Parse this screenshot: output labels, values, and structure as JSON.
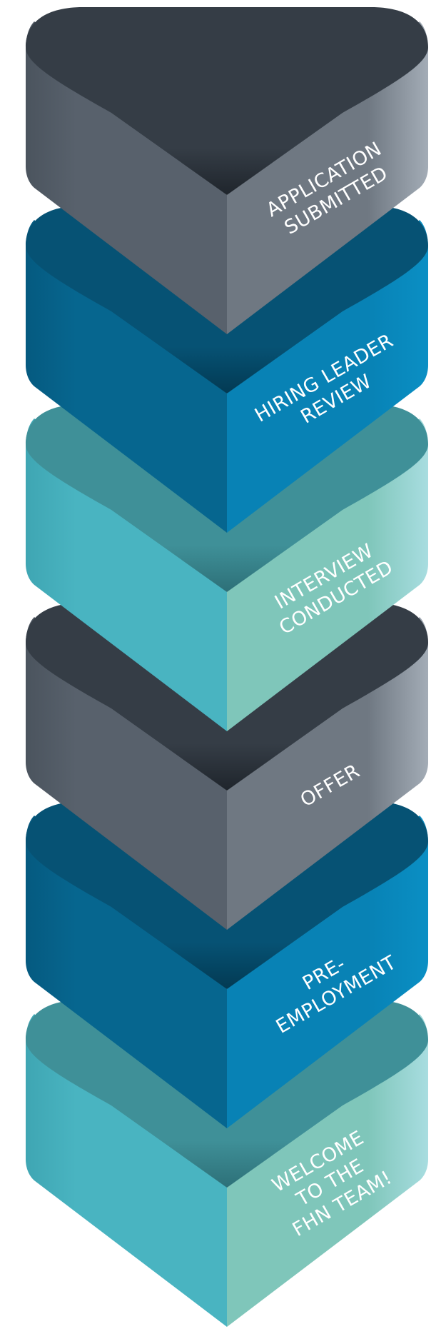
{
  "diagram": {
    "steps": [
      {
        "id": "application-submitted",
        "lines": [
          "APPLICATION",
          "SUBMITTED"
        ],
        "theme": "gray"
      },
      {
        "id": "hiring-leader-review",
        "lines": [
          "HIRING LEADER",
          "REVIEW"
        ],
        "theme": "blue"
      },
      {
        "id": "interview-conducted",
        "lines": [
          "INTERVIEW",
          "CONDUCTED"
        ],
        "theme": "teal"
      },
      {
        "id": "offer",
        "lines": [
          "OFFER"
        ],
        "theme": "gray"
      },
      {
        "id": "pre-employment",
        "lines": [
          "PRE-",
          "EMPLOYMENT"
        ],
        "theme": "blue"
      },
      {
        "id": "welcome-to-the-fhn-team",
        "lines": [
          "WELCOME",
          "TO THE",
          "FHN TEAM!"
        ],
        "theme": "teal"
      }
    ],
    "themes": {
      "gray": {
        "top": "#353d46",
        "left": "#58616c",
        "leftEdge": "#4b545e",
        "right": "#6f7882",
        "rightEdge": "#a3acb6",
        "shadow": "#1f252c"
      },
      "blue": {
        "top": "#065274",
        "left": "#06668f",
        "leftEdge": "#055a80",
        "right": "#0882b5",
        "rightEdge": "#0a8fc4",
        "shadow": "#033a53"
      },
      "teal": {
        "top": "#3f9098",
        "left": "#49b4c1",
        "leftEdge": "#3fa6b3",
        "right": "#7fc6ba",
        "rightEdge": "#a8dde0",
        "shadow": "#2d7078"
      }
    }
  }
}
